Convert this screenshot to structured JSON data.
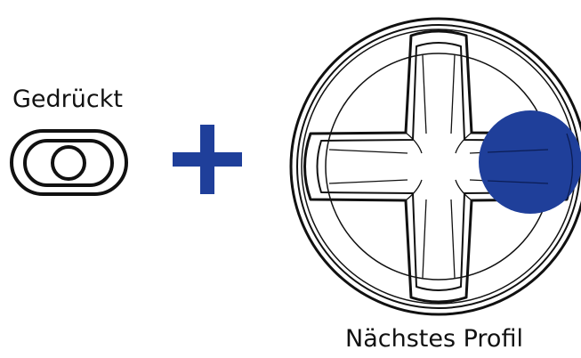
{
  "labels": {
    "pressed": "Gedrückt",
    "next_profile": "Nächstes Profil"
  },
  "icons": {
    "button": "profile-button-icon",
    "plus": "plus-icon",
    "dpad": "dpad-icon",
    "highlight": "dpad-right-highlight"
  },
  "colors": {
    "accent": "#1f3f9a",
    "outline": "#111111",
    "background": "#ffffff"
  }
}
